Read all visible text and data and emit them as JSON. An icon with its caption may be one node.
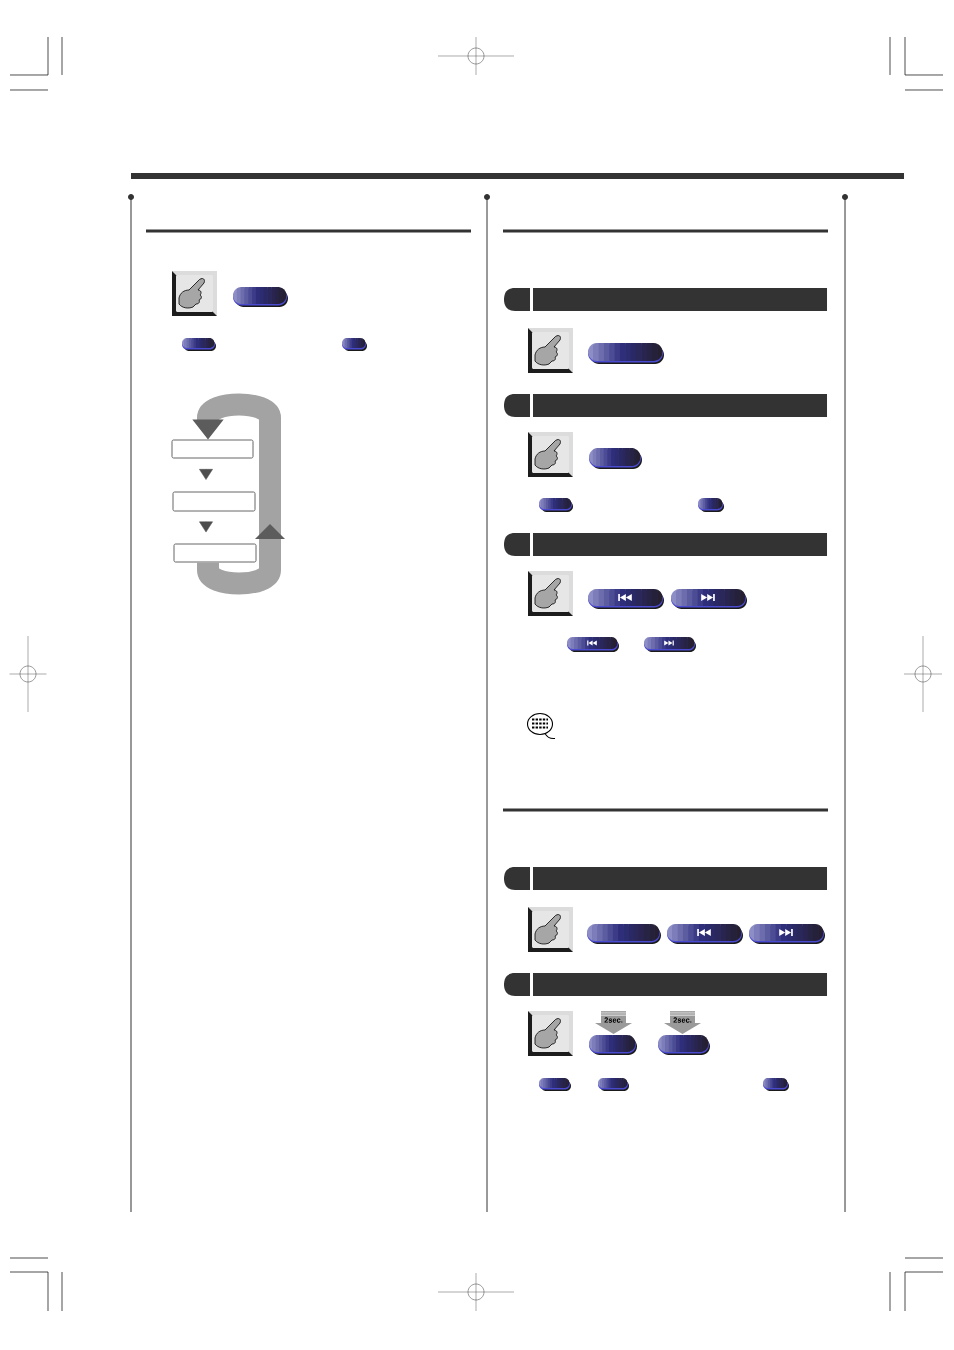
{
  "diagram": {
    "nodes": [
      {
        "text": [],
        "shape": "box"
      },
      {
        "text": [],
        "shape": "box"
      },
      {
        "text": [],
        "shape": "box"
      },
      {
        "text": [],
        "shape": "bar"
      },
      {
        "text": [],
        "shape": "bar"
      },
      {
        "text": [],
        "shape": "bar"
      },
      {
        "text": [],
        "shape": "bar"
      },
      {
        "text": [],
        "shape": "bar"
      }
    ],
    "edges": [
      {
        "from": 0,
        "to": 1,
        "arrow": "to"
      },
      {
        "from": 1,
        "to": 2,
        "arrow": "to"
      },
      {
        "from": 2,
        "to": 0,
        "arrow": "to",
        "style": "thick"
      }
    ],
    "labels": [
      "2sec.",
      "2sec."
    ]
  }
}
